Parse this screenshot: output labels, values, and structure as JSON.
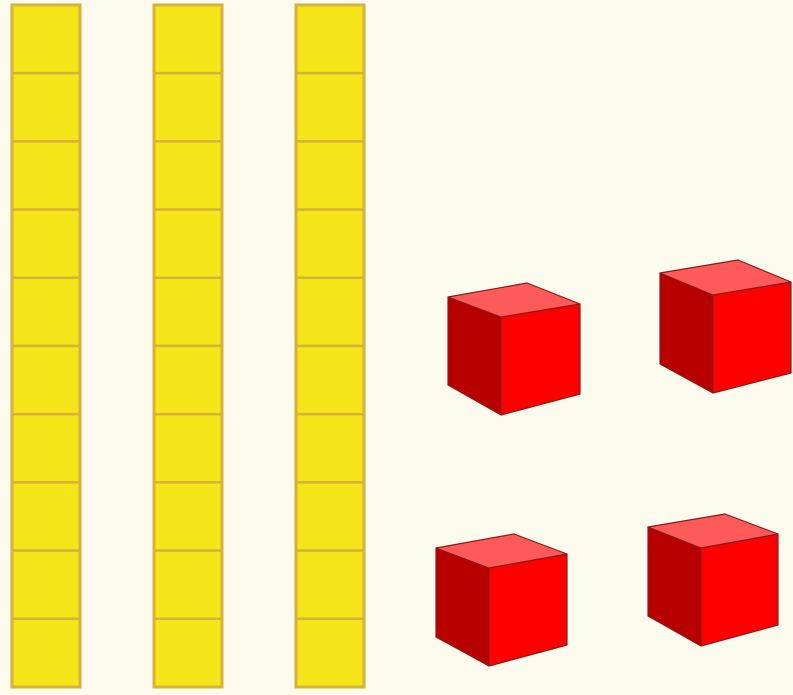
{
  "colors": {
    "background": "#fdfbee",
    "rod_fill": "#f6e519",
    "rod_border": "#d6b23a",
    "cube_front": "#ff0000",
    "cube_side": "#b80000",
    "cube_top": "#ff5a5a",
    "cube_edge": "#8a1a1a"
  },
  "blocks": {
    "ten_rods": 3,
    "units_per_rod": 10,
    "unit_cubes": 4
  }
}
